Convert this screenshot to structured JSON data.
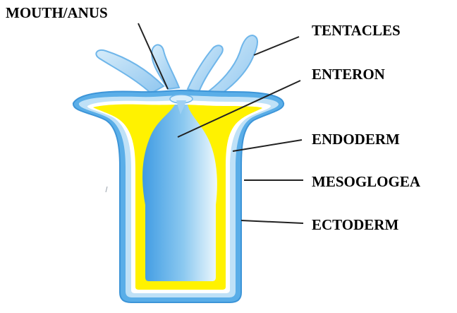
{
  "labels": {
    "mouth_anus": "MOUTH/ANUS",
    "tentacles": "TENTACLES",
    "enteron": "ENTERON",
    "endoderm": "ENDODERM",
    "mesoglogea": "MESOGLOGEA",
    "ectoderm": "ECTODERM"
  },
  "colors": {
    "ectoderm": "#5aaee8",
    "ectoderm_light": "#bfe1f7",
    "mesoglea": "#ffffff",
    "endoderm": "#fff200",
    "enteron_light": "#e6f4fc",
    "enteron_dark": "#4aa3e6",
    "tentacle": "#a9d3f2",
    "leader_line": "#222222"
  }
}
